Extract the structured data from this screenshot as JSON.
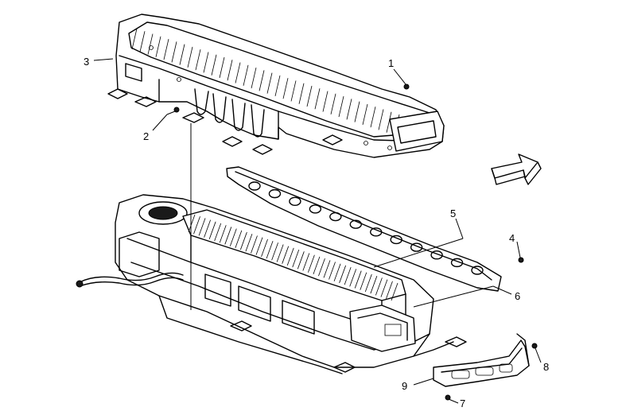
{
  "callouts": [
    "1",
    "2",
    "3",
    "4",
    "5",
    "6",
    "7",
    "8",
    "9"
  ],
  "icons": {
    "cover": "battery-cover",
    "gasket": "seal-gasket",
    "battery": "battery-pack",
    "bracket": "mounting-bracket",
    "arrow": "front-direction-arrow"
  },
  "colors": {
    "line": "#000000",
    "background": "#ffffff"
  }
}
